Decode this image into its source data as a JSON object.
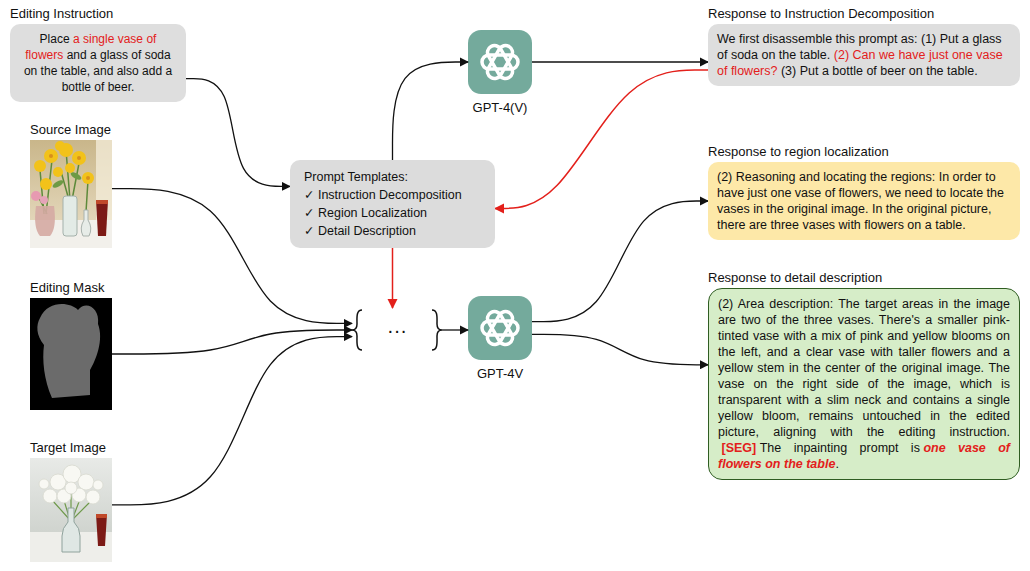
{
  "diagram": {
    "nodes": [
      {
        "text": [
          "Editing Instruction",
          "Place",
          "a single vase of flowers",
          "and a glass of soda on the table, and also add a bottle of beer."
        ]
      },
      {
        "text": [
          "GPT-4(V)"
        ]
      },
      {
        "text": [
          "Response to Instruction Decomposition",
          "We first disassemble this prompt as: (1) Put a glass of soda on the table.",
          "(2) Can we have just one vase of flowers?",
          "(3) Put a bottle of beer on the table."
        ]
      },
      {
        "text": [
          "Source Image"
        ]
      },
      {
        "text": [
          "Prompt Templates:",
          "✓ Instruction Decomposition",
          "✓ Region Localization",
          "✓ Detail Description"
        ]
      },
      {
        "text": [
          "Editing Mask"
        ]
      },
      {
        "text": [
          "Target Image"
        ]
      },
      {
        "text": [
          "···"
        ]
      },
      {
        "text": [
          "GPT-4V"
        ]
      },
      {
        "text": [
          "Response to region localization",
          "(2) Reasoning and locating the regions: In order to have just one vase of flowers, we need to locate the vases in the original image. In the original picture, there are three vases with flowers on a table."
        ]
      },
      {
        "text": [
          "Response to detail description",
          "(2) Area description: The target areas in the image are two of the three vases. There's a smaller pink-tinted vase with a mix of pink and yellow blooms on the left, and a clear vase with taller flowers and a yellow stem in the center of the original image. The vase on the right side of the image, which is transparent with a slim neck and contains a single yellow bloom, remains untouched in the edited picture, aligning with the editing instruction.",
          "[SEG]",
          "The inpainting prompt is",
          "one vase of flowers on the table",
          "."
        ]
      }
    ],
    "edges": [
      {
        "from": 0,
        "to": 4,
        "arrow": "to"
      },
      {
        "from": 4,
        "to": 1,
        "arrow": "to"
      },
      {
        "from": 1,
        "to": 2,
        "arrow": "to"
      },
      {
        "from": 2,
        "to": 4,
        "arrow": "to"
      },
      {
        "from": 3,
        "to": 7,
        "arrow": "to"
      },
      {
        "from": 5,
        "to": 7,
        "arrow": "to"
      },
      {
        "from": 6,
        "to": 7,
        "arrow": "to"
      },
      {
        "from": 4,
        "to": 7,
        "arrow": "to"
      },
      {
        "from": 7,
        "to": 8,
        "arrow": "to"
      },
      {
        "from": 8,
        "to": 9,
        "arrow": "to"
      },
      {
        "from": 8,
        "to": 10,
        "arrow": "to"
      }
    ]
  }
}
